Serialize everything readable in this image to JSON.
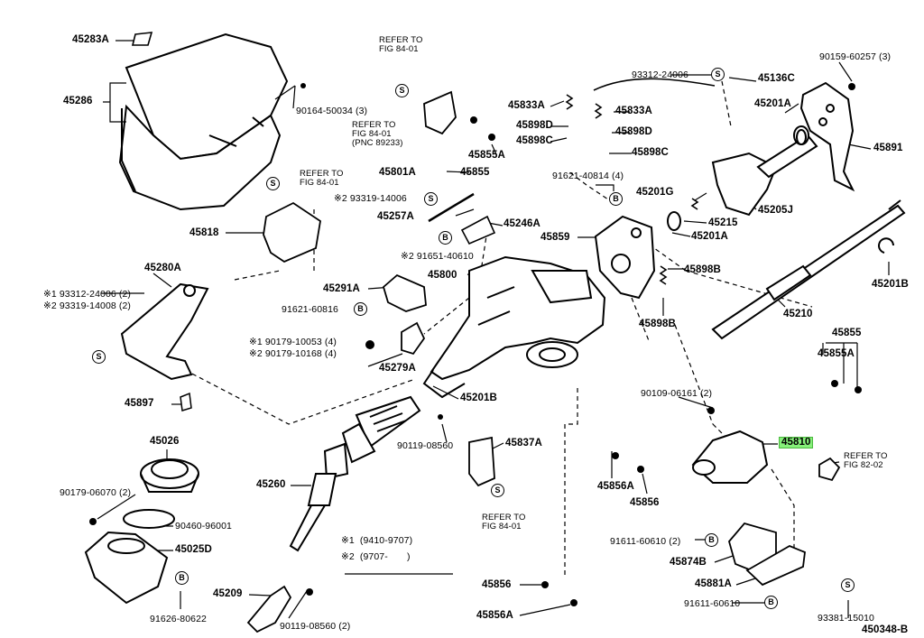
{
  "diagram_id": "450348-B",
  "note": {
    "line1": "※1  (9410-9707)",
    "line2": "※2  (9707-       )"
  },
  "labels": {
    "p45283A": "45283A",
    "p45286": "45286",
    "p90164_50034": "90164-50034 (3)",
    "ref_84_01_a": "REFER TO\nFIG 84-01",
    "ref_84_01_b": "REFER TO\nFIG 84-01\n(PNC 89233)",
    "ref_84_01_c": "REFER TO\nFIG 84-01",
    "ref_84_01_d": "REFER TO\nFIG 84-01",
    "ref_82_02": "REFER TO\nFIG 82-02",
    "p45833A_1": "45833A",
    "p45833A_2": "45833A",
    "p45898D_1": "45898D",
    "p45898D_2": "45898D",
    "p45898C_1": "45898C",
    "p45898C_2": "45898C",
    "p45855A": "45855A",
    "p45855": "45855",
    "p45801A": "45801A",
    "p93312_24006_top": "93312-24006",
    "p45136C": "45136C",
    "p90159_60257": "90159-60257 (3)",
    "p45201A_top": "45201A",
    "p45891": "45891",
    "p91621_40814": "91621-40814 (4)",
    "p45201G": "45201G",
    "p45215": "45215",
    "p45205J": "45205J",
    "p45201A_mid": "45201A",
    "p45859": "45859",
    "p45898B_1": "45898B",
    "p45898B_2": "45898B",
    "p93319_14006": "※2 93319-14006",
    "p45257A": "45257A",
    "p45246A": "45246A",
    "p91651_40610": "※2 91651-40610",
    "p45800": "45800",
    "p45818": "45818",
    "p45280A": "45280A",
    "p93312_24006_l": "※1 93312-24006 (2)",
    "p93319_14008_l": "※2 93319-14008 (2)",
    "p45291A": "45291A",
    "p91621_60816": "91621-60816",
    "p90179_10053": "※1 90179-10053 (4)",
    "p90179_10168": "※2 90179-10168 (4)",
    "p45279A": "45279A",
    "p45201B_top": "45201B",
    "p45210": "45210",
    "p45201B_right": "45201B",
    "p45855_r": "45855",
    "p45855A_r": "45855A",
    "p45897": "45897",
    "p90109_06161": "90109-06161 (2)",
    "p45810": "45810",
    "p45026": "45026",
    "p90179_06070": "90179-06070 (2)",
    "p90460_96001": "90460-96001",
    "p45025D": "45025D",
    "p91626_80622": "91626-80622",
    "p45260": "45260",
    "p90119_08560_mid": "90119-08560",
    "p45837A": "45837A",
    "p45856A_top": "45856A",
    "p45856_top": "45856",
    "p91611_60610_a": "91611-60610 (2)",
    "p45874B": "45874B",
    "p45881A": "45881A",
    "p91611_60610_b": "91611-60610",
    "p93381_15010": "93381-15010",
    "p45209": "45209",
    "p90119_08560_bot": "90119-08560 (2)",
    "p45856_bot": "45856",
    "p45856A_bot": "45856A"
  },
  "symbols": {
    "s": "S",
    "b": "B"
  },
  "colors": {
    "highlight": "#86f07a",
    "ink": "#000000"
  }
}
